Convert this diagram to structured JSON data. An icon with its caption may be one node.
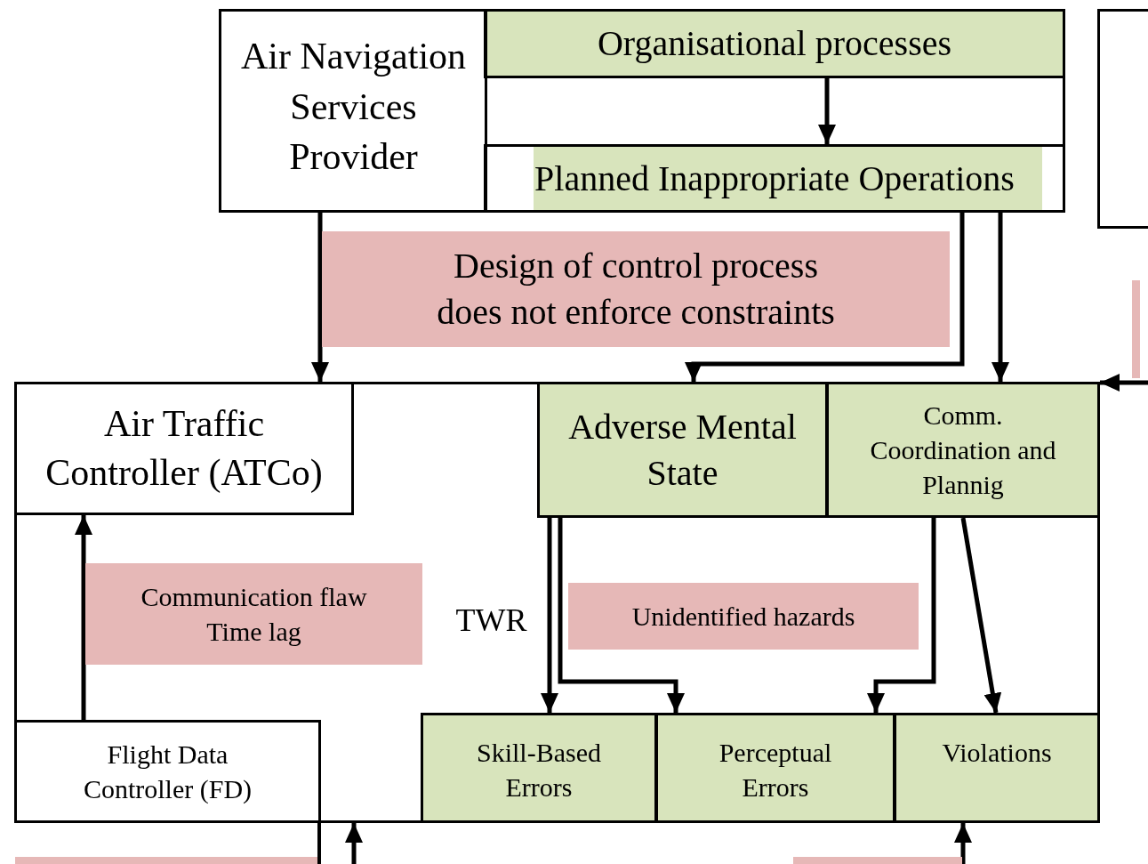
{
  "diagram": {
    "nodes": [
      {
        "text": [
          "Air Navigation Services Provider"
        ]
      },
      {
        "text": [
          "Organisational processes"
        ],
        "in": 0
      },
      {
        "text": [
          "Planned Inappropriate Operations"
        ],
        "in": 0
      },
      {
        "text": [
          "Design of control process does not enforce constraints"
        ]
      },
      {
        "text": [
          "TWR"
        ]
      },
      {
        "text": [
          "Air Traffic Controller (ATCo)"
        ],
        "in": 4
      },
      {
        "text": [
          "Adverse Mental State"
        ],
        "in": 4
      },
      {
        "text": [
          "Comm. Coordination and Plannig"
        ],
        "in": 4
      },
      {
        "text": [
          "Communication flaw Time lag"
        ],
        "in": 4
      },
      {
        "text": [
          "Unidentified hazards"
        ],
        "in": 4
      },
      {
        "text": [
          "Flight Data Controller (FD)"
        ],
        "in": 4
      },
      {
        "text": [
          "Skill-Based Errors"
        ],
        "in": 4
      },
      {
        "text": [
          "Perceptual Errors"
        ],
        "in": 4
      },
      {
        "text": [
          "Violations"
        ],
        "in": 4
      },
      {
        "text": [],
        "shape": "box"
      }
    ],
    "edges": [
      {
        "from": 1,
        "to": 2,
        "arrow": "to"
      },
      {
        "from": 0,
        "to": 5,
        "arrow": "to"
      },
      {
        "from": 2,
        "to": 6,
        "arrow": "to"
      },
      {
        "from": 2,
        "to": 7,
        "arrow": "to"
      },
      {
        "from": 6,
        "to": 11,
        "arrow": "to"
      },
      {
        "from": 6,
        "to": 12,
        "arrow": "to"
      },
      {
        "from": 7,
        "to": 12,
        "arrow": "to"
      },
      {
        "from": 7,
        "to": 13,
        "arrow": "to"
      },
      {
        "from": 10,
        "to": 5,
        "arrow": "to"
      },
      {
        "from": null,
        "to": 4,
        "arrow": "to"
      },
      {
        "from": null,
        "to": 4,
        "arrow": "to"
      },
      {
        "from": null,
        "to": 13,
        "arrow": "to"
      }
    ]
  }
}
